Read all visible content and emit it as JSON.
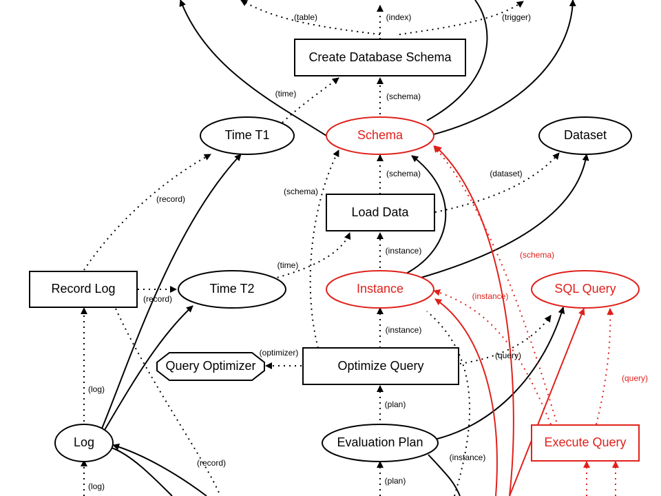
{
  "colors": {
    "black": "#000000",
    "red": "#e0201a"
  },
  "nodes": [
    {
      "id": "create_schema",
      "label": "Create Database Schema",
      "shape": "rect",
      "color": "black"
    },
    {
      "id": "time_t1",
      "label": "Time T1",
      "shape": "ellipse",
      "color": "black"
    },
    {
      "id": "schema",
      "label": "Schema",
      "shape": "ellipse",
      "color": "red"
    },
    {
      "id": "dataset",
      "label": "Dataset",
      "shape": "ellipse",
      "color": "black"
    },
    {
      "id": "load_data",
      "label": "Load Data",
      "shape": "rect",
      "color": "black"
    },
    {
      "id": "record_log",
      "label": "Record Log",
      "shape": "rect",
      "color": "black"
    },
    {
      "id": "time_t2",
      "label": "Time T2",
      "shape": "ellipse",
      "color": "black"
    },
    {
      "id": "instance",
      "label": "Instance",
      "shape": "ellipse",
      "color": "red"
    },
    {
      "id": "sql_query",
      "label": "SQL Query",
      "shape": "ellipse",
      "color": "red"
    },
    {
      "id": "query_optimizer",
      "label": "Query Optimizer",
      "shape": "octagon",
      "color": "black"
    },
    {
      "id": "optimize_query",
      "label": "Optimize Query",
      "shape": "rect",
      "color": "black"
    },
    {
      "id": "log",
      "label": "Log",
      "shape": "ellipse",
      "color": "black"
    },
    {
      "id": "evaluation_plan",
      "label": "Evaluation Plan",
      "shape": "ellipse",
      "color": "black"
    },
    {
      "id": "execute_query",
      "label": "Execute Query",
      "shape": "rect",
      "color": "red"
    }
  ],
  "edge_labels": [
    {
      "id": "table",
      "text": "(table)",
      "color": "black"
    },
    {
      "id": "index",
      "text": "(index)",
      "color": "black"
    },
    {
      "id": "trigger",
      "text": "(trigger)",
      "color": "black"
    },
    {
      "id": "time_a",
      "text": "(time)",
      "color": "black"
    },
    {
      "id": "schema_a",
      "text": "(schema)",
      "color": "black"
    },
    {
      "id": "schema_b",
      "text": "(schema)",
      "color": "black"
    },
    {
      "id": "dataset",
      "text": "(dataset)",
      "color": "black"
    },
    {
      "id": "record_a",
      "text": "(record)",
      "color": "black"
    },
    {
      "id": "schema_c",
      "text": "(schema)",
      "color": "black"
    },
    {
      "id": "instance_a",
      "text": "(instance)",
      "color": "black"
    },
    {
      "id": "time_b",
      "text": "(time)",
      "color": "black"
    },
    {
      "id": "record_b",
      "text": "(record)",
      "color": "black"
    },
    {
      "id": "schema_red",
      "text": "(schema)",
      "color": "red"
    },
    {
      "id": "instance_red",
      "text": "(instance)",
      "color": "red"
    },
    {
      "id": "instance_b",
      "text": "(instance)",
      "color": "black"
    },
    {
      "id": "optimizer",
      "text": "(optimizer)",
      "color": "black"
    },
    {
      "id": "query_a",
      "text": "(query)",
      "color": "black"
    },
    {
      "id": "query_red",
      "text": "(query)",
      "color": "red"
    },
    {
      "id": "log_a",
      "text": "(log)",
      "color": "black"
    },
    {
      "id": "plan_a",
      "text": "(plan)",
      "color": "black"
    },
    {
      "id": "record_c",
      "text": "(record)",
      "color": "black"
    },
    {
      "id": "instance_c",
      "text": "(instance)",
      "color": "black"
    },
    {
      "id": "log_b",
      "text": "(log)",
      "color": "black"
    },
    {
      "id": "plan_b",
      "text": "(plan)",
      "color": "black"
    }
  ]
}
